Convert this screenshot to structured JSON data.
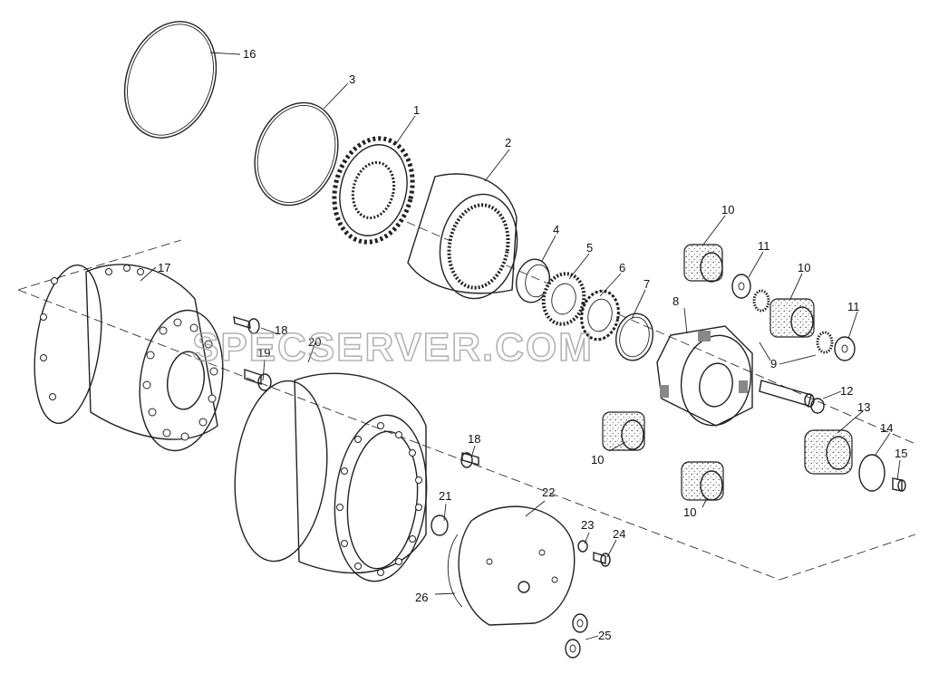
{
  "watermark": "SPECSERVER.COM",
  "callouts": [
    {
      "id": "16",
      "text": "16"
    },
    {
      "id": "3",
      "text": "3"
    },
    {
      "id": "1",
      "text": "1"
    },
    {
      "id": "2",
      "text": "2"
    },
    {
      "id": "4",
      "text": "4"
    },
    {
      "id": "5",
      "text": "5"
    },
    {
      "id": "6",
      "text": "6"
    },
    {
      "id": "7",
      "text": "7"
    },
    {
      "id": "8",
      "text": "8"
    },
    {
      "id": "10a",
      "text": "10"
    },
    {
      "id": "11a",
      "text": "11"
    },
    {
      "id": "10b",
      "text": "10"
    },
    {
      "id": "11b",
      "text": "11"
    },
    {
      "id": "9",
      "text": "9"
    },
    {
      "id": "12",
      "text": "12"
    },
    {
      "id": "13",
      "text": "13"
    },
    {
      "id": "14",
      "text": "14"
    },
    {
      "id": "15",
      "text": "15"
    },
    {
      "id": "17",
      "text": "17"
    },
    {
      "id": "18a",
      "text": "18"
    },
    {
      "id": "19",
      "text": "19"
    },
    {
      "id": "20",
      "text": "20"
    },
    {
      "id": "18b",
      "text": "18"
    },
    {
      "id": "21",
      "text": "21"
    },
    {
      "id": "22",
      "text": "22"
    },
    {
      "id": "23",
      "text": "23"
    },
    {
      "id": "24",
      "text": "24"
    },
    {
      "id": "10c",
      "text": "10"
    },
    {
      "id": "10d",
      "text": "10"
    },
    {
      "id": "26",
      "text": "26"
    },
    {
      "id": "25",
      "text": "25"
    }
  ]
}
